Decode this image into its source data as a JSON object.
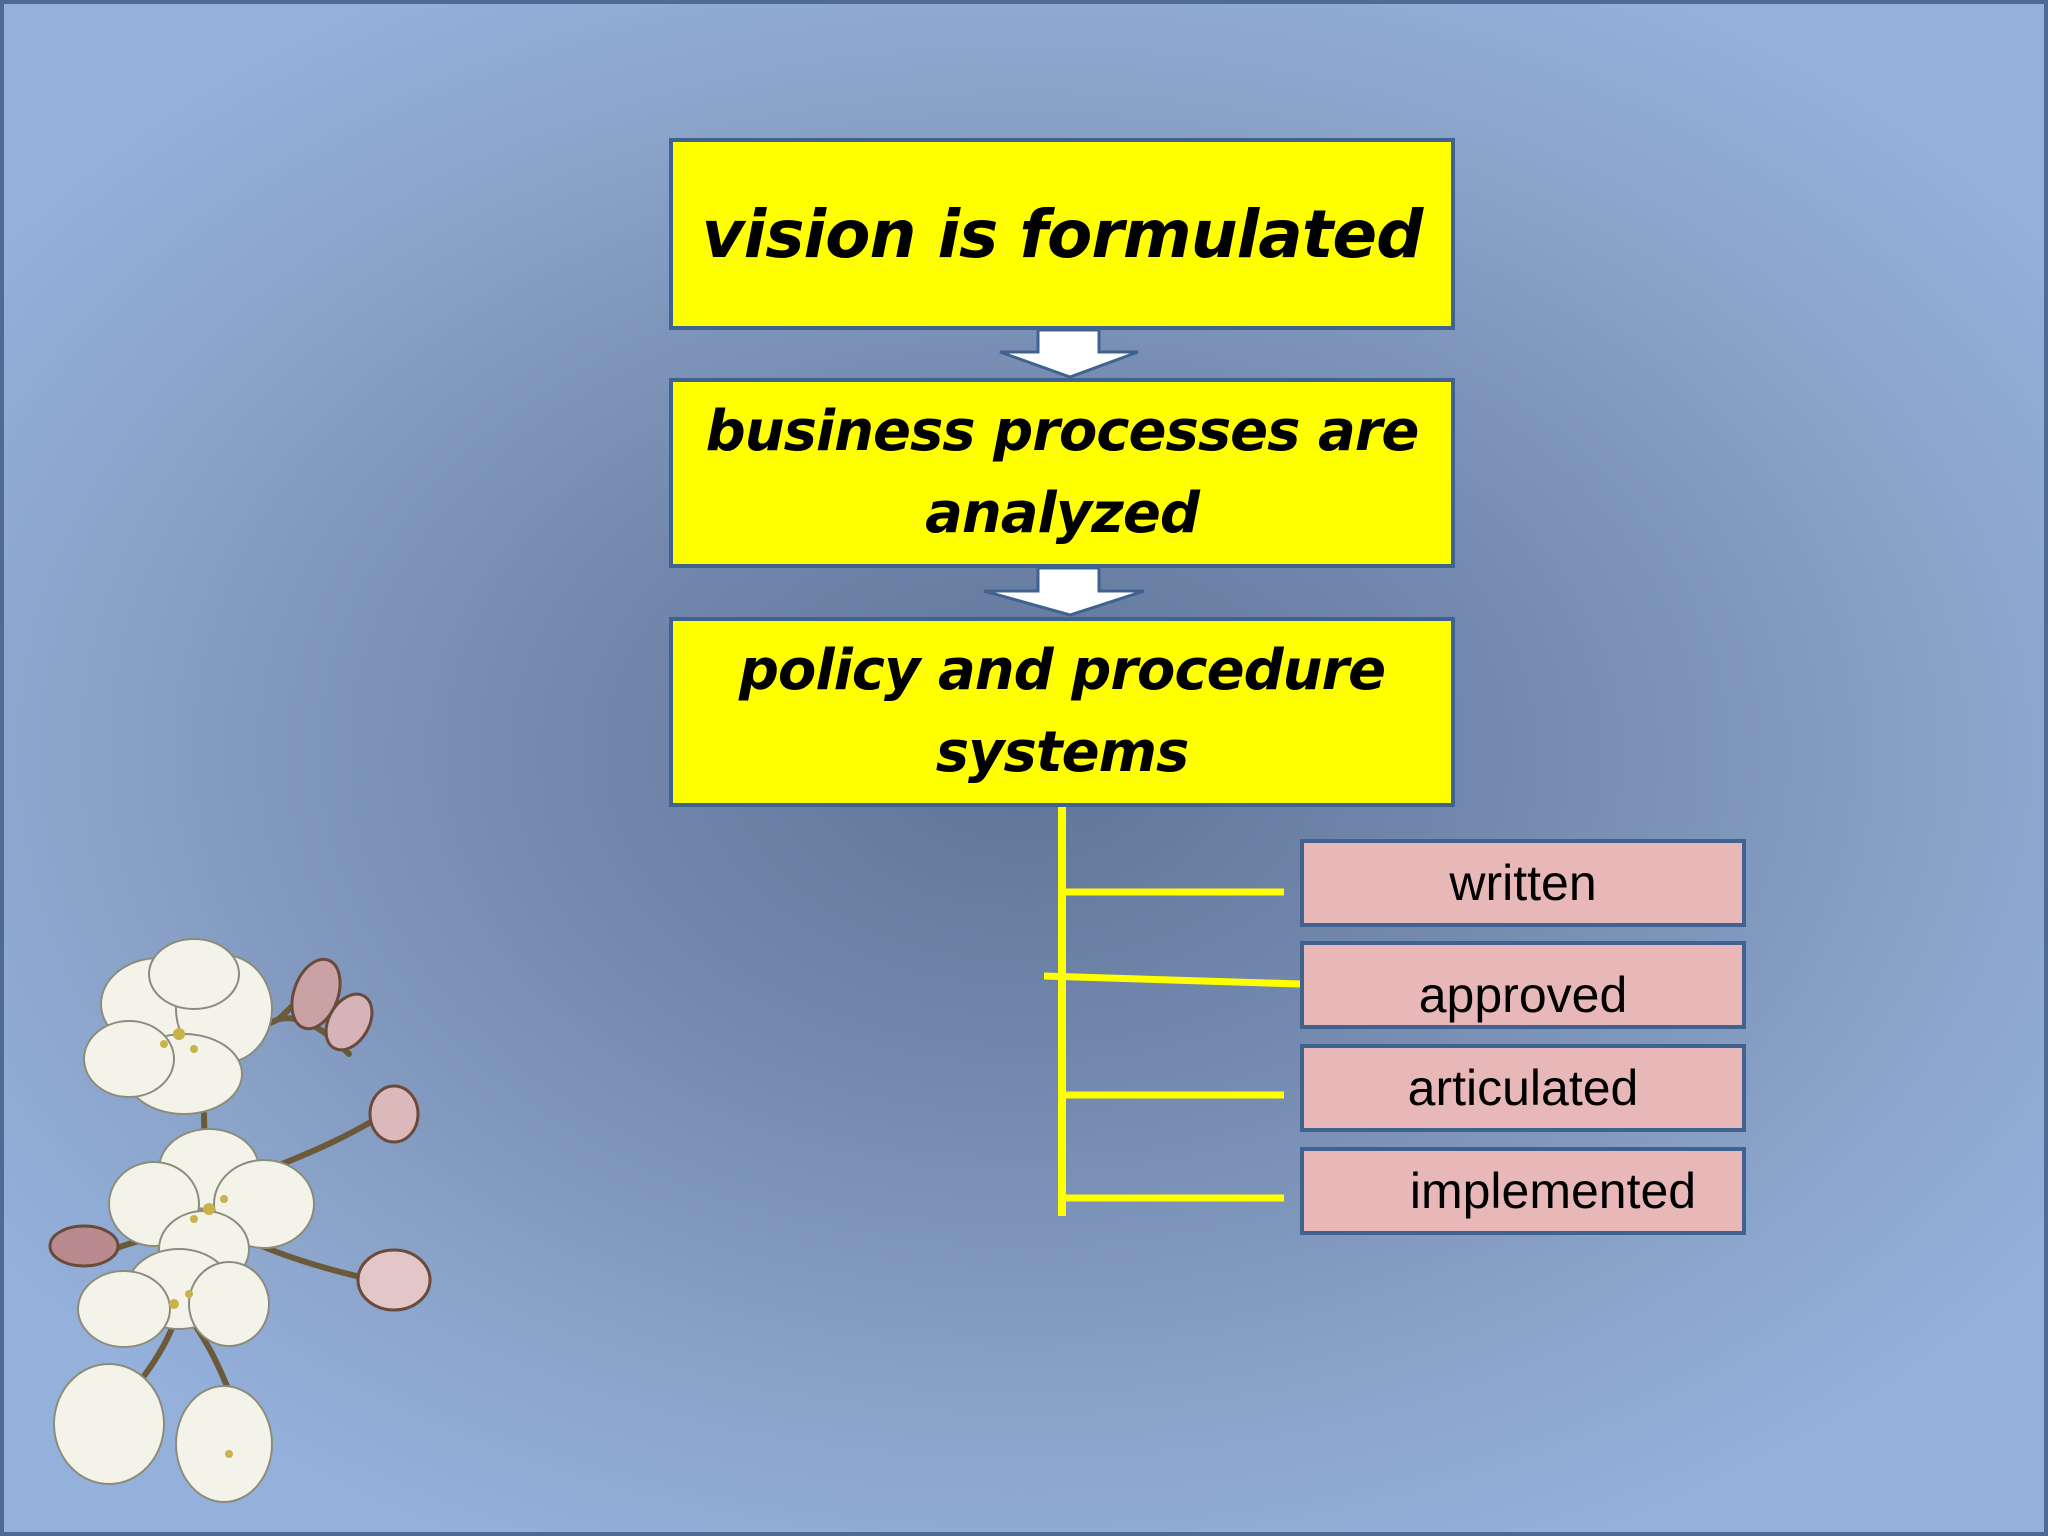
{
  "diagram": {
    "steps": [
      "vision is formulated",
      "business processes are analyzed",
      "policy and procedure systems"
    ],
    "branches": [
      "written",
      "approved",
      "articulated",
      "implemented"
    ]
  },
  "colors": {
    "step_fill": "#ffff00",
    "branch_fill": "#e8b7b8",
    "border": "#3f6291",
    "connector": "#ffff00",
    "arrow_fill": "#ffffff"
  }
}
